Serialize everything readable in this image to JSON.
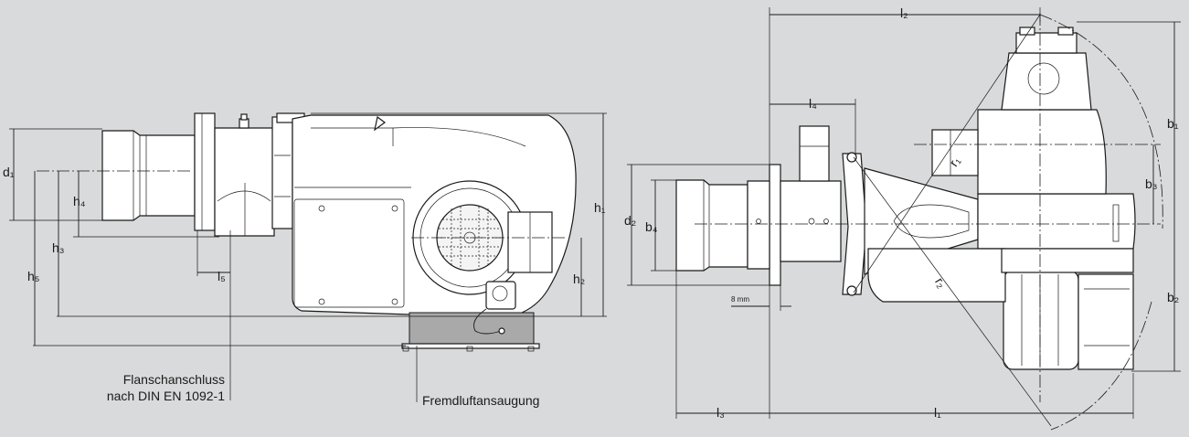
{
  "labels": {
    "d1": "d₁",
    "h4": "h₄",
    "h3": "h₃",
    "h5": "h₅",
    "l5": "l₅",
    "h1": "h₁",
    "h2": "h₂",
    "flange_line1": "Flanschanschluss",
    "flange_line2": "nach DIN EN 1092-1",
    "external_air": "Fremdluftansaugung",
    "l2": "l₂",
    "l4": "l₄",
    "d2": "d₂",
    "b4": "b₄",
    "r1": "r₁",
    "r2": "r₂",
    "b1": "b₁",
    "b3": "b₃",
    "b2": "b₂",
    "mm8": "8 mm",
    "l3": "l₃",
    "l1": "l₁"
  },
  "colors": {
    "background": "#d9dadb",
    "line": "#1a1a1a",
    "body_fill": "#ffffff",
    "intake_fill": "#a9a9a9"
  }
}
